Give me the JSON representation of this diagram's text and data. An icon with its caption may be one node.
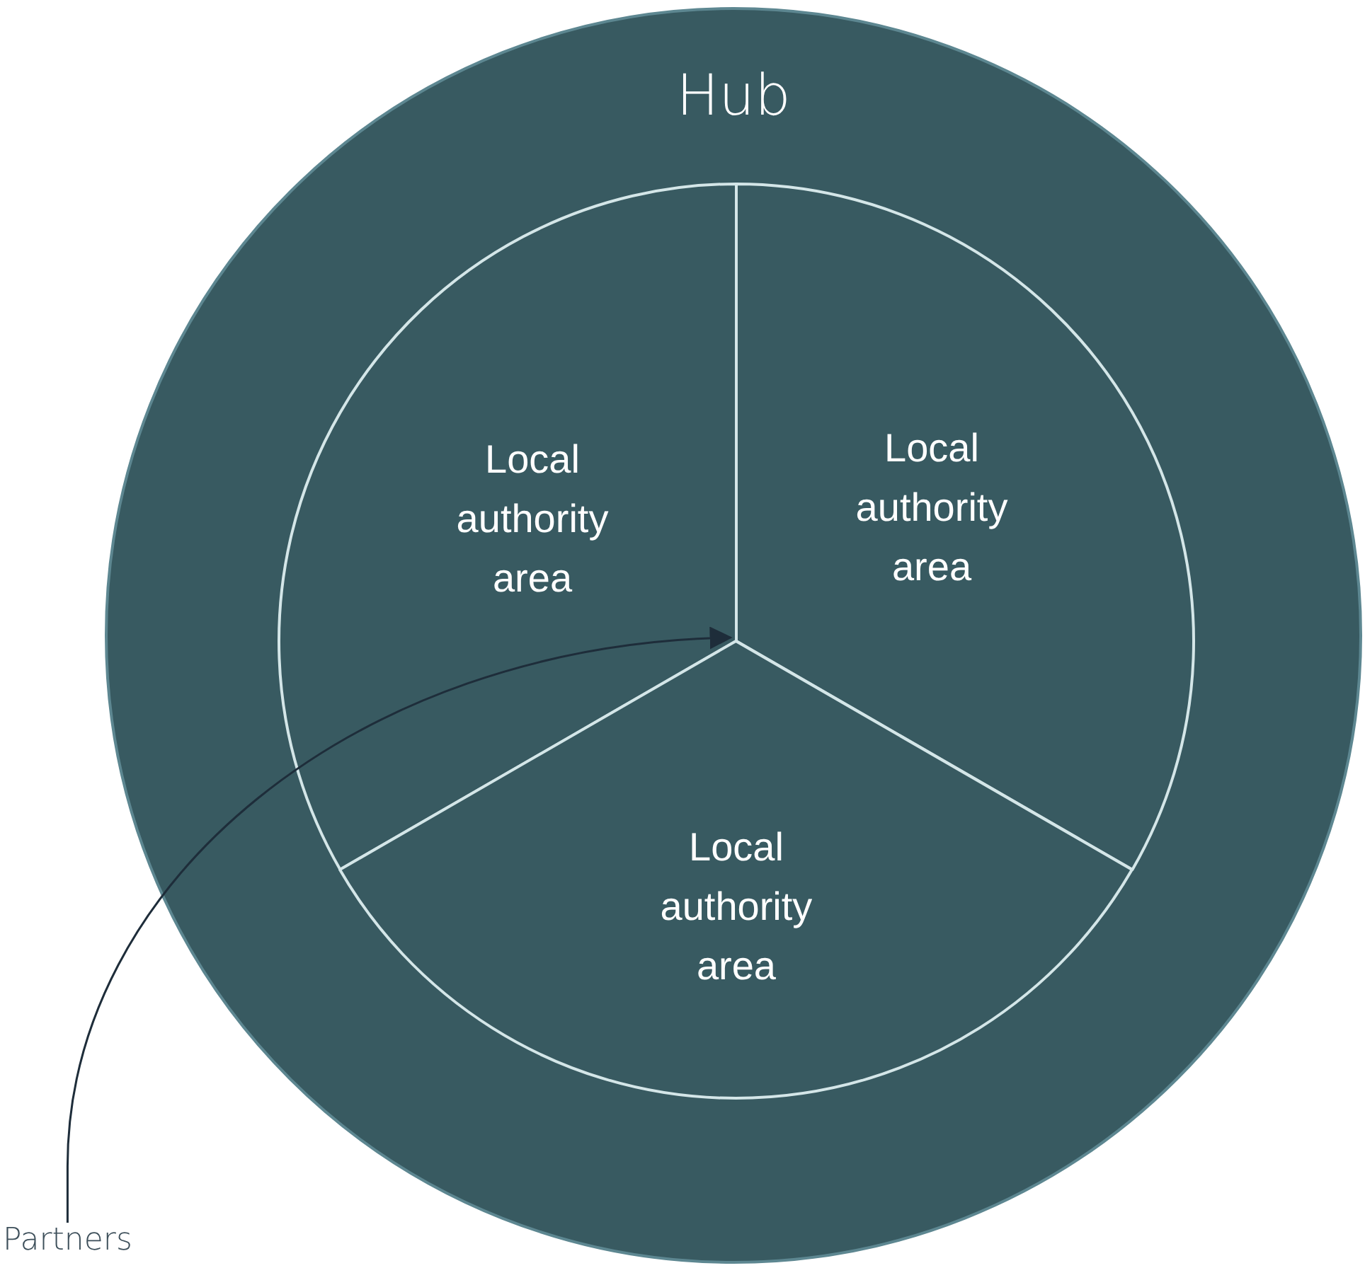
{
  "diagram": {
    "nodes": [
      {
        "text": [
          "Hub"
        ]
      },
      {
        "text": [
          "Local authority area"
        ],
        "in": 0
      },
      {
        "text": [
          "Local authority area"
        ],
        "in": 0
      },
      {
        "text": [
          "Local authority area"
        ],
        "in": 0
      },
      {
        "text": [
          "Partners"
        ]
      }
    ],
    "edges": [
      {
        "from": 4,
        "to": 1,
        "arrow": "to"
      }
    ]
  }
}
